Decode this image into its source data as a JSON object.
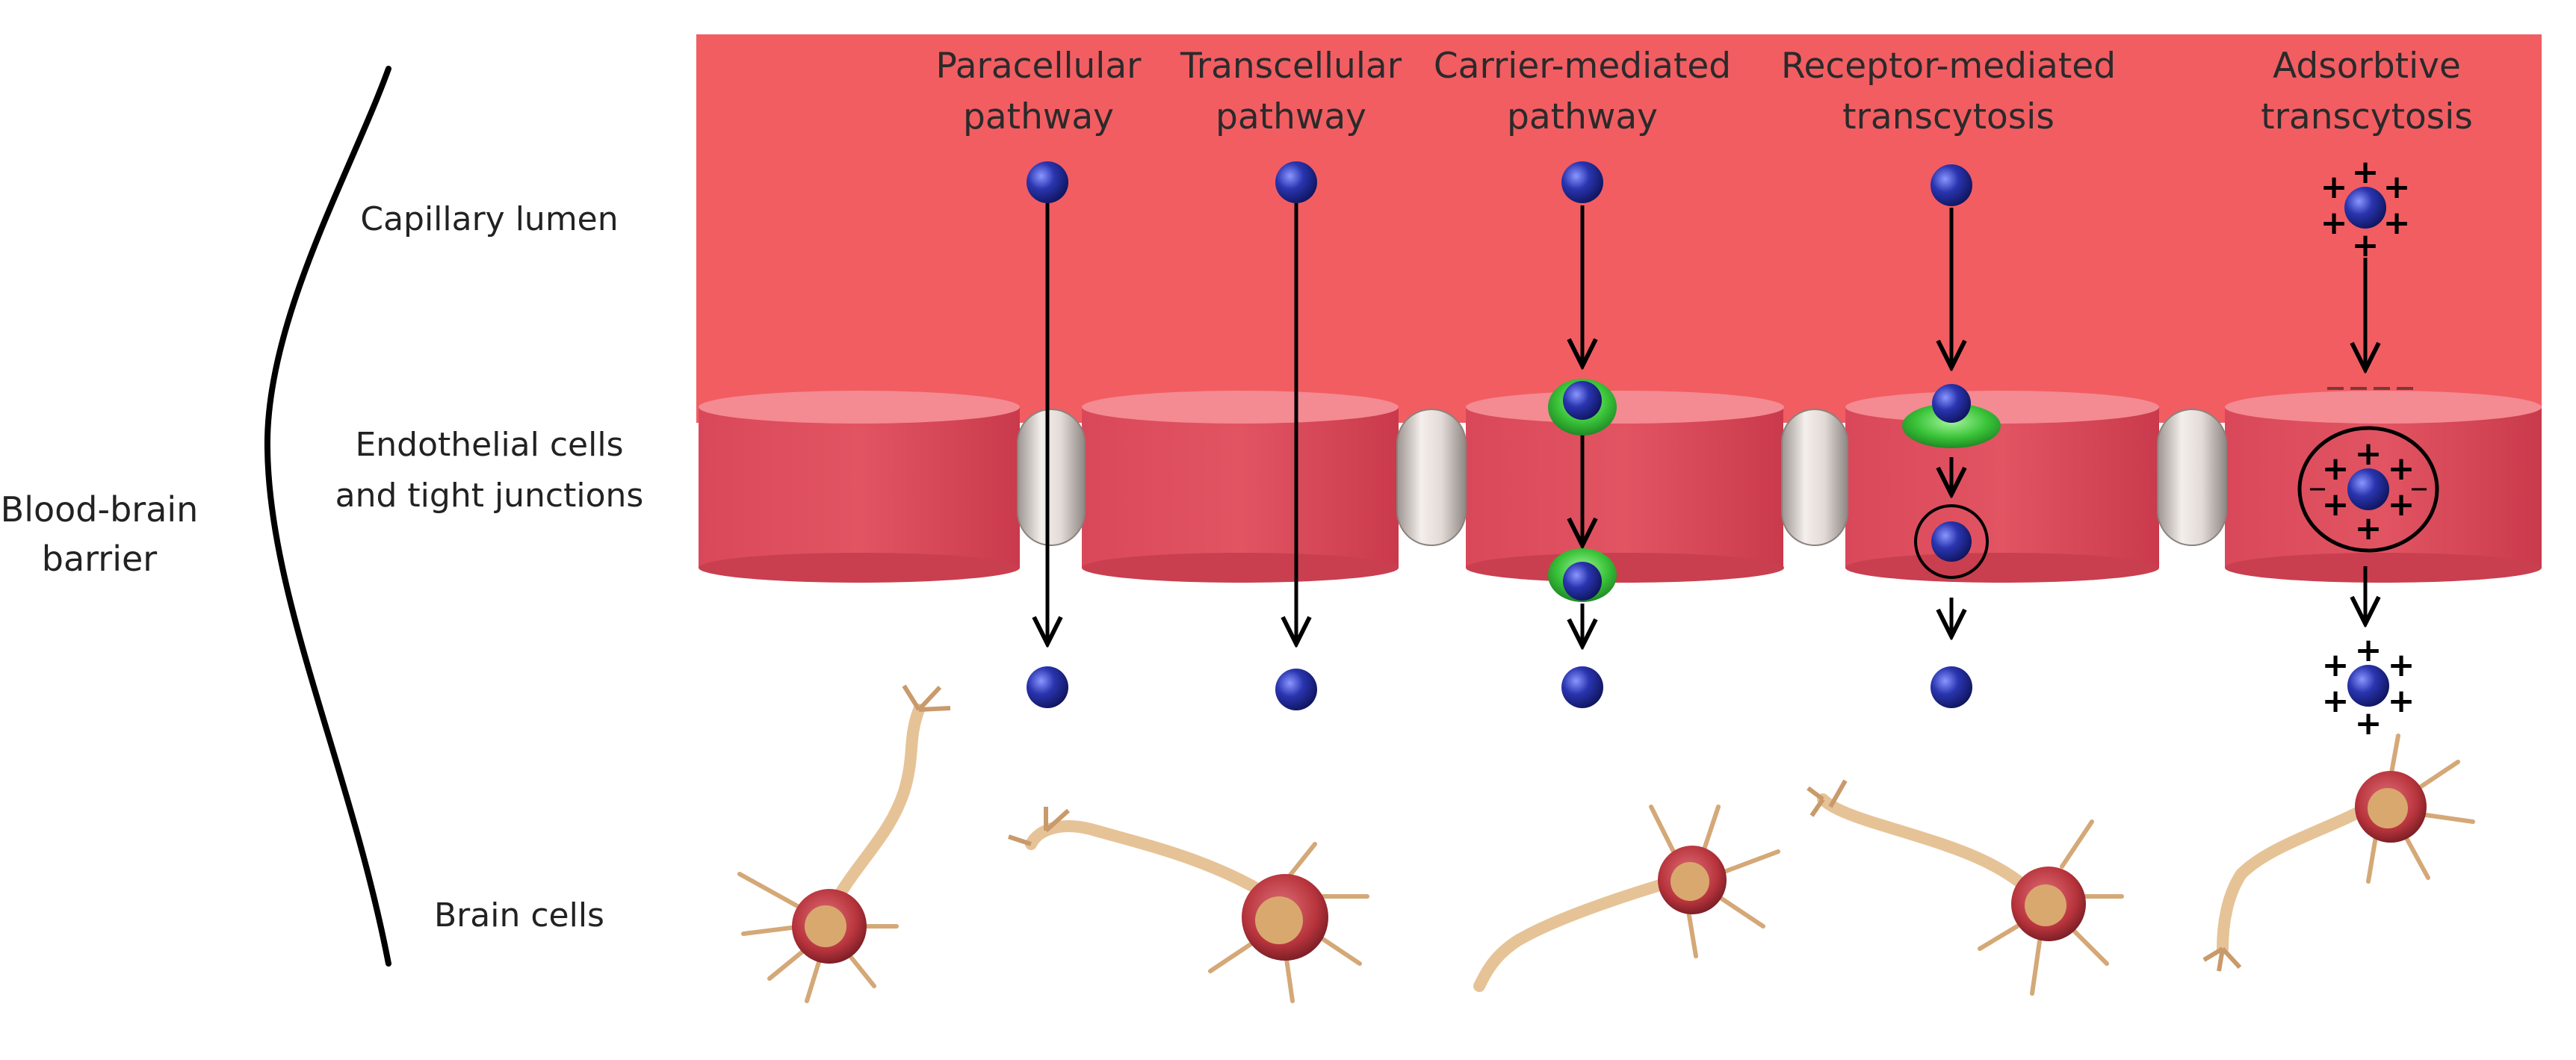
{
  "side_label": {
    "line1": "Blood-brain",
    "line2": "barrier"
  },
  "row_labels": {
    "lumen": "Capillary lumen",
    "endothelial_line1": "Endothelial cells",
    "endothelial_line2": "and tight junctions",
    "brain": "Brain cells"
  },
  "pathways": [
    {
      "line1": "Paracellular",
      "line2": "pathway"
    },
    {
      "line1": "Transcellular",
      "line2": "pathway"
    },
    {
      "line1": "Carrier-mediated",
      "line2": "pathway"
    },
    {
      "line1": "Receptor-mediated",
      "line2": "transcytosis"
    },
    {
      "line1": "Adsorbtive",
      "line2": "transcytosis"
    }
  ],
  "charge_sign": "+",
  "colors": {
    "lumen": "#f25d62",
    "cell_side": "#de4b59",
    "cell_top": "#f48a92",
    "tight_junction": "#d7cfcb",
    "molecule": "#2a35b0",
    "carrier": "#3bc43a",
    "neuron_body": "#b8343c",
    "axon": "#e6c396"
  }
}
